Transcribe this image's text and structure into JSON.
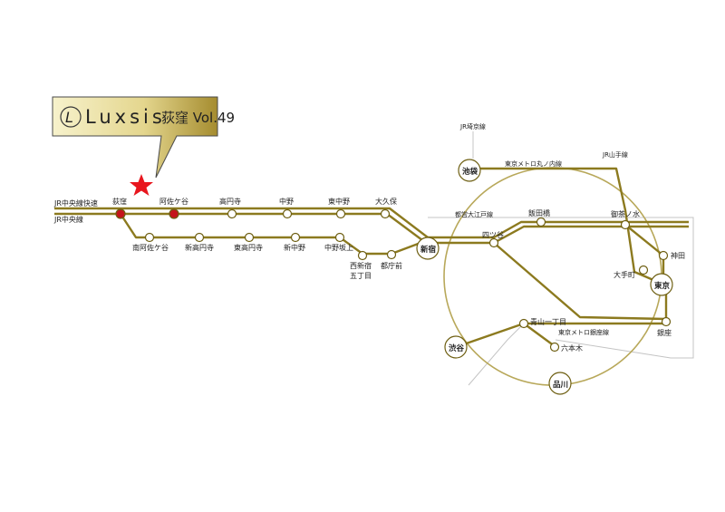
{
  "brand": {
    "logo_letter": "L",
    "name": "Luxsis",
    "subtitle": "荻窪 Vol.49"
  },
  "colors": {
    "line_gold": "#8c7a1f",
    "line_gold_dark": "#6e5f12",
    "ring": "#b8a85a",
    "thin_gray": "#bdbdbd",
    "station_fill": "#ffffff",
    "station_highlight": "#c4141b",
    "star": "#e8161e",
    "callout_gold_light": "#f6f1c6",
    "callout_gold_dark": "#a99033"
  },
  "lines": {
    "chuo_rapid": "JR中央線快速",
    "chuo": "JR中央線",
    "saikyo": "JR埼京線",
    "yamanote": "JR山手線",
    "marunouchi": "東京メトロ丸ノ内線",
    "oedo": "都営大江戸線",
    "ginza": "東京メトロ銀座線"
  },
  "stations": {
    "ogikubo": "荻窪",
    "asagaya": "阿佐ケ谷",
    "koenji": "高円寺",
    "nakano": "中野",
    "higashi_nakano": "東中野",
    "okubo": "大久保",
    "minami_asagaya": "南阿佐ケ谷",
    "shin_koenji": "新高円寺",
    "higashi_koenji": "東高円寺",
    "shin_nakano": "新中野",
    "nakano_sakaue": "中野坂上",
    "nishi_shinjuku_gochome_1": "西新宿",
    "nishi_shinjuku_gochome_2": "五丁目",
    "tochomae": "都庁前",
    "shinjuku": "新宿",
    "yotsuya": "四ツ谷",
    "iidabashi": "飯田橋",
    "ochanomizu": "御茶ノ水",
    "kanda": "神田",
    "otemachi": "大手町",
    "tokyo": "東京",
    "ginza": "銀座",
    "aoyama_itchome": "青山一丁目",
    "roppongi": "六本木",
    "shibuya": "渋谷",
    "shinagawa": "品川",
    "ikebukuro": "池袋"
  }
}
